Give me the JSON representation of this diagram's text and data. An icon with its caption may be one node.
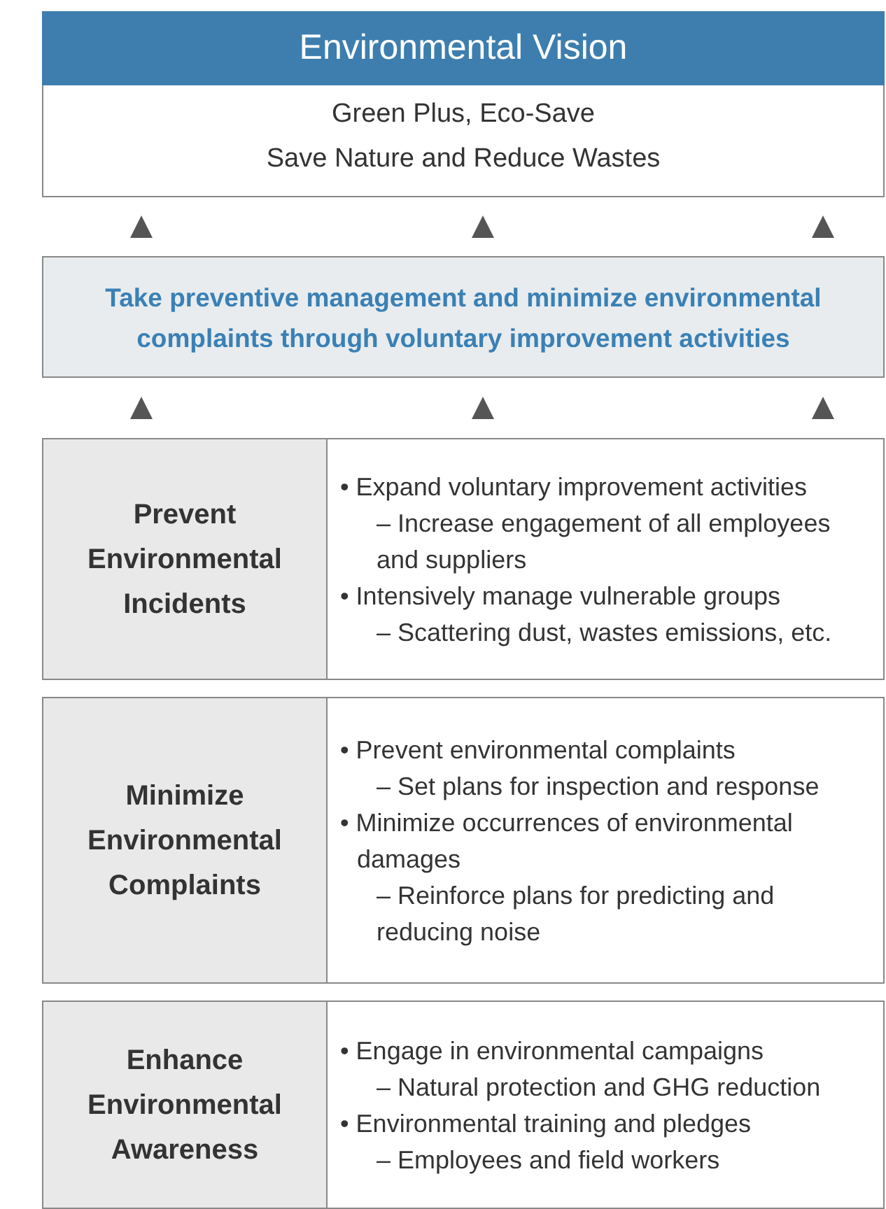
{
  "diagram": {
    "nodes": [
      {
        "text": [
          "Environmental Vision",
          "Green Plus, Eco-Save",
          "Save Nature and Reduce Wastes"
        ]
      },
      {
        "text": [
          "Take preventive management and minimize environmental complaints through voluntary improvement activities"
        ]
      },
      {
        "text": [
          "Prevent Environmental Incidents",
          "• Expand voluntary improvement activities",
          "– Increase engagement of all employees and suppliers",
          "• Intensively manage vulnerable groups",
          "– Scattering dust, wastes emissions, etc."
        ]
      },
      {
        "text": [
          "Minimize Environmental Complaints",
          "• Prevent environmental complaints",
          "– Set plans for inspection and response",
          "• Minimize occurrences of environmental damages",
          "– Reinforce plans for predicting and reducing noise"
        ]
      },
      {
        "text": [
          "Enhance Environmental Awareness",
          "• Engage in environmental campaigns",
          "– Natural protection and GHG reduction",
          "• Environmental training and pledges",
          "– Employees and field workers"
        ]
      }
    ],
    "edges": [
      {
        "from": 1,
        "to": 0,
        "arrow": "to"
      },
      {
        "from": 1,
        "to": 0,
        "arrow": "to"
      },
      {
        "from": 1,
        "to": 0,
        "arrow": "to"
      },
      {
        "from": 2,
        "to": 1,
        "arrow": "to"
      },
      {
        "from": 2,
        "to": 1,
        "arrow": "to"
      },
      {
        "from": 2,
        "to": 1,
        "arrow": "to"
      }
    ]
  }
}
